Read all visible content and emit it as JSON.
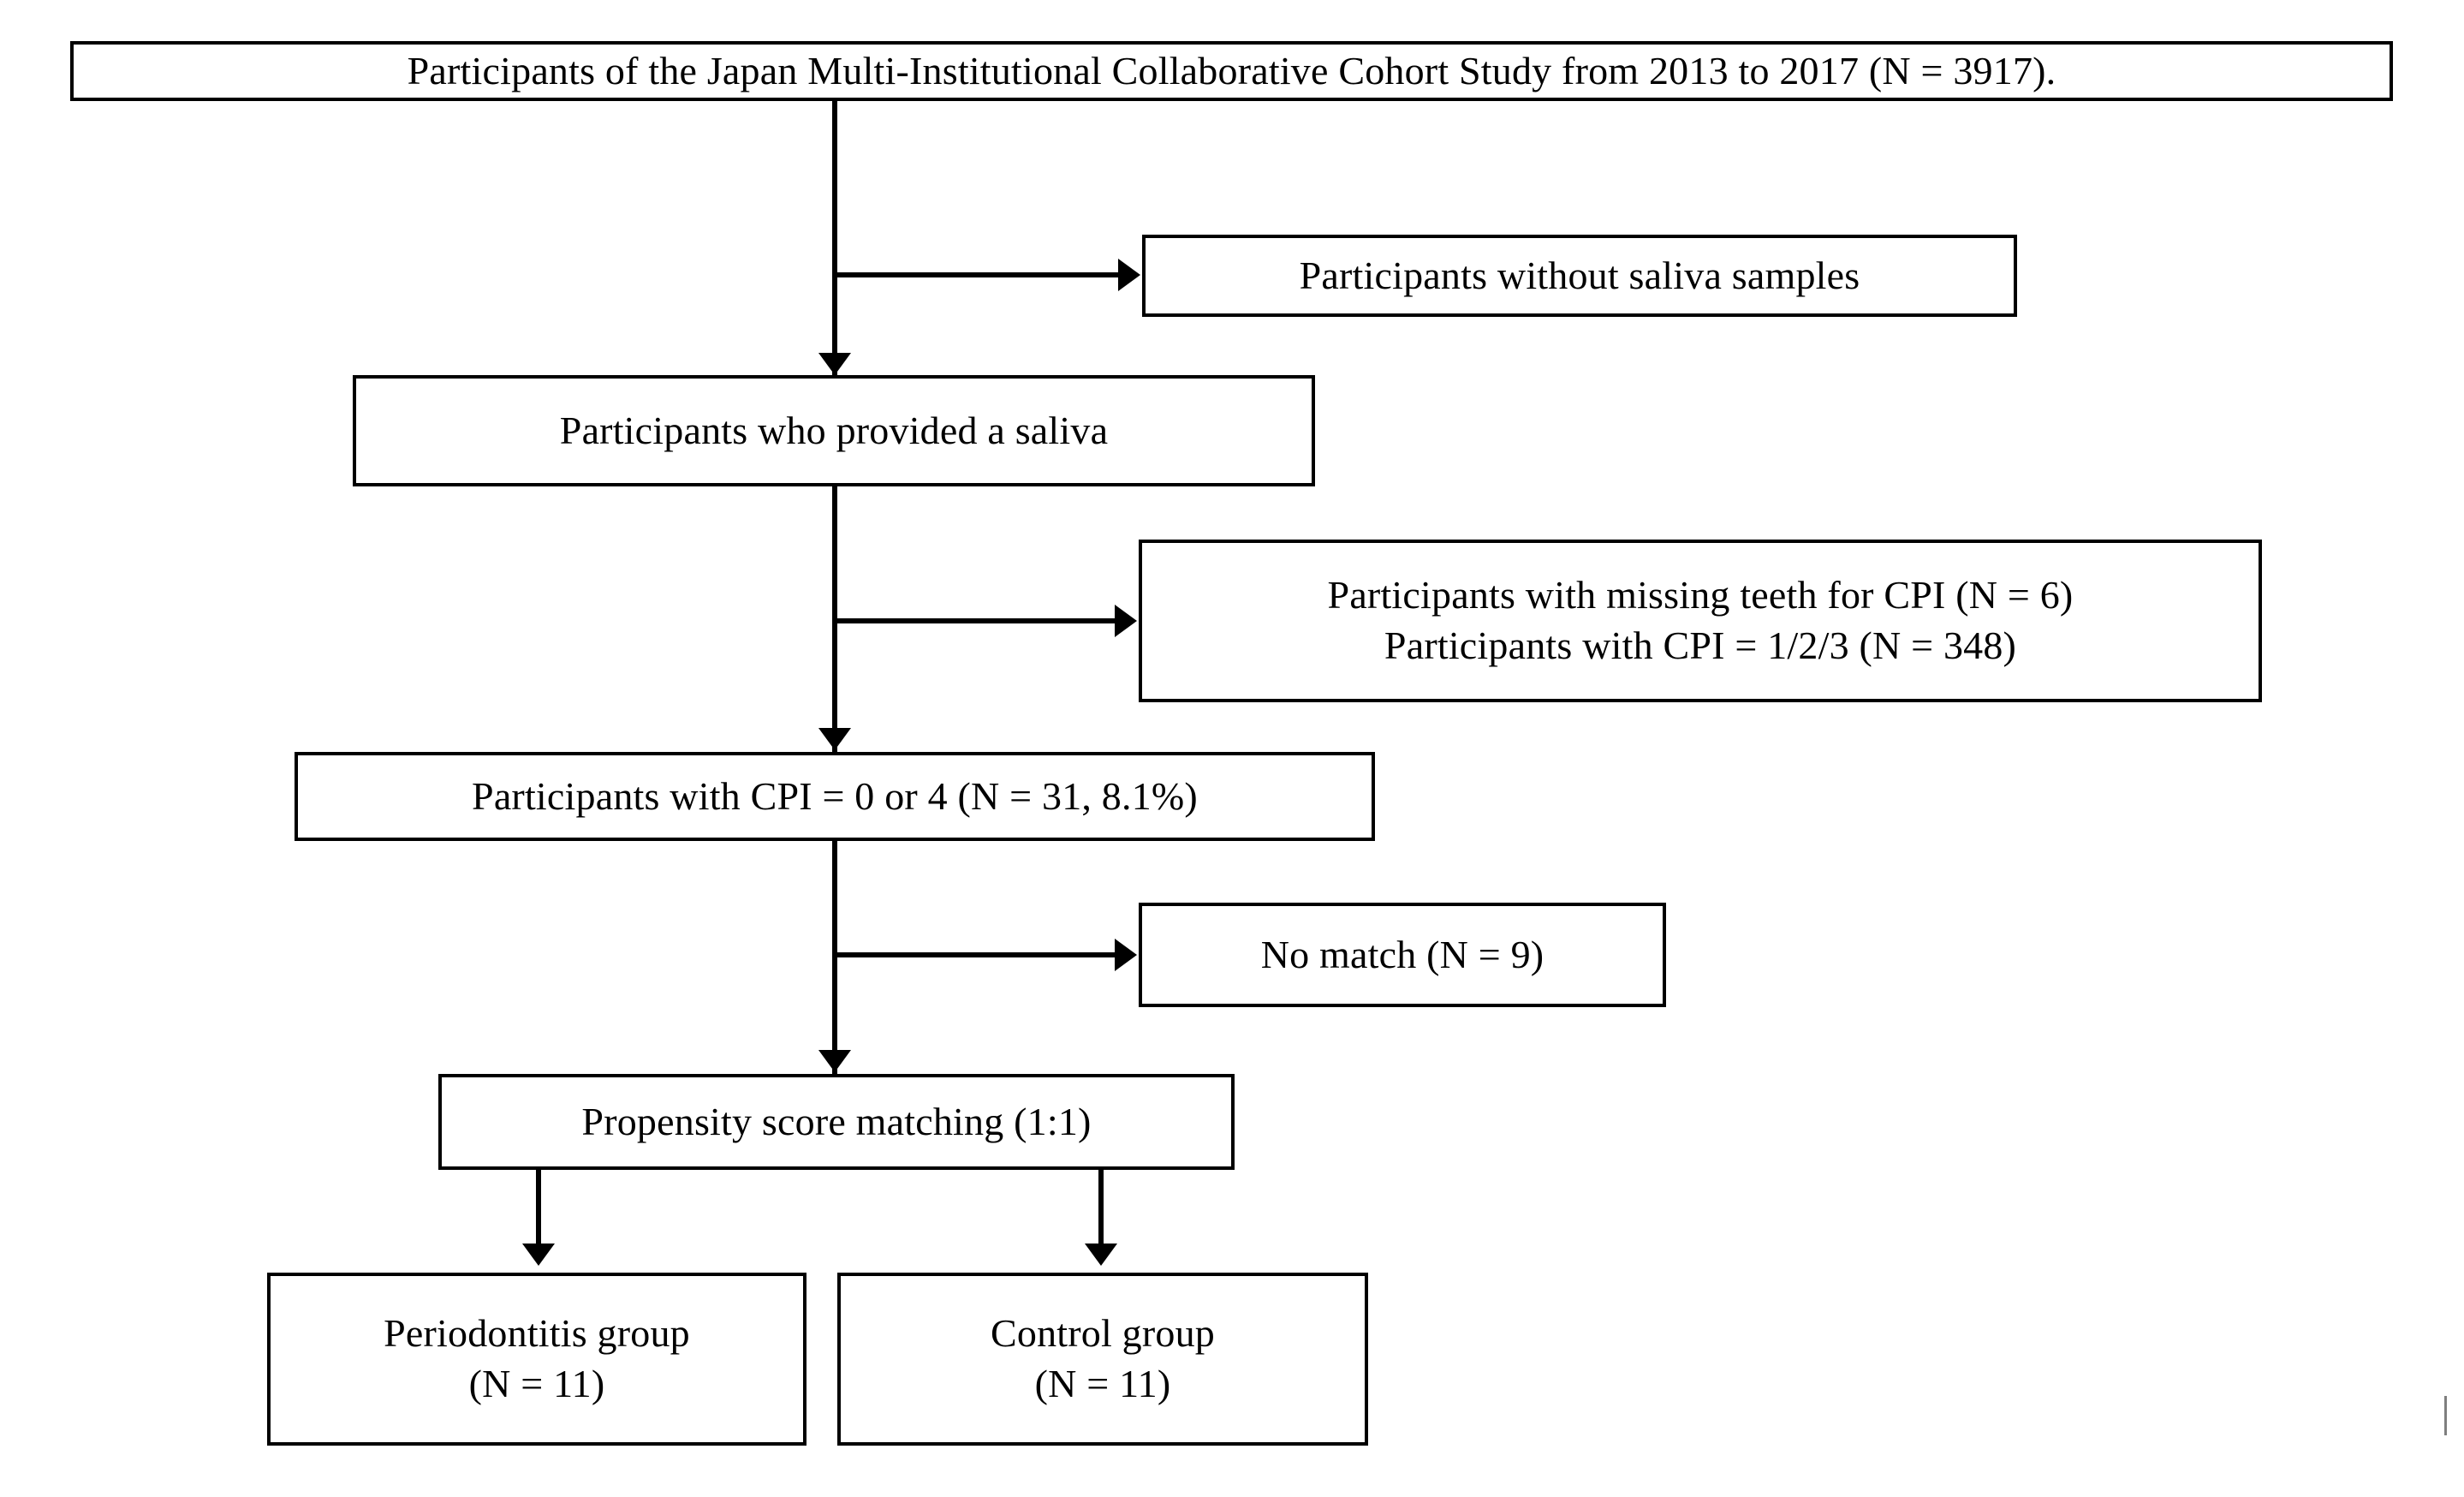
{
  "figure": {
    "type": "flowchart",
    "title": "Participant selection flow diagram",
    "background_color": "#ffffff",
    "line_color": "#000000"
  },
  "boxes": {
    "cohort": {
      "line1": "Participants of the Japan Multi-Institutional Collaborative Cohort Study from 2013 to 2017 (N = 3917)."
    },
    "no_saliva": {
      "line1": "Participants without saliva samples"
    },
    "saliva": {
      "line1": "Participants who provided a saliva"
    },
    "excluded_cpi": {
      "line1": "Participants with missing teeth for CPI (N = 6)",
      "line2": "Participants with CPI = 1/2/3 (N = 348)"
    },
    "cpi04": {
      "line1": "Participants with CPI = 0 or 4 (N = 31, 8.1%)"
    },
    "no_match": {
      "line1": "No match (N = 9)"
    },
    "psm": {
      "line1": "Propensity score matching (1:1)"
    },
    "perio": {
      "line1": "Periodontitis group",
      "line2": "(N = 11)"
    },
    "control": {
      "line1": "Control group",
      "line2": "(N = 11)"
    }
  },
  "connectors": [
    {
      "name": "cohort-to-saliva",
      "kind": "vertical-arrow"
    },
    {
      "name": "branch-to-no-saliva",
      "kind": "horizontal-arrow"
    },
    {
      "name": "saliva-to-cpi04",
      "kind": "vertical-arrow"
    },
    {
      "name": "branch-to-excluded-cpi",
      "kind": "horizontal-arrow"
    },
    {
      "name": "cpi04-to-psm",
      "kind": "vertical-arrow"
    },
    {
      "name": "branch-to-no-match",
      "kind": "horizontal-arrow"
    },
    {
      "name": "psm-to-perio",
      "kind": "vertical-arrow"
    },
    {
      "name": "psm-to-control",
      "kind": "vertical-arrow"
    }
  ]
}
